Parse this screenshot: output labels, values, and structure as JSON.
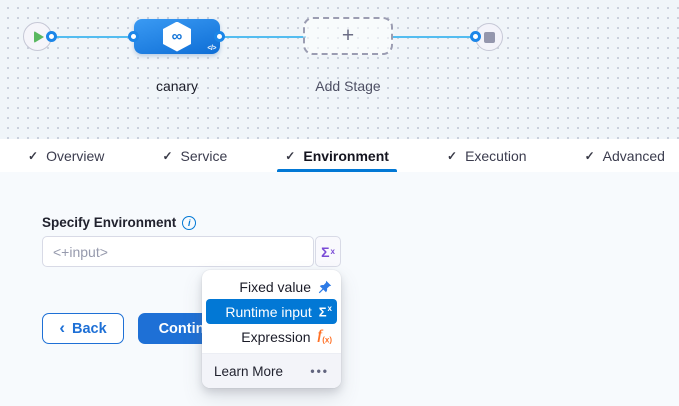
{
  "canvas": {
    "stage_name": "canary",
    "add_stage_label": "Add Stage",
    "add_stage_plus": "+",
    "node_infinity_glyph": "∞",
    "node_code_glyph": "</>"
  },
  "tabs": [
    {
      "label": "Overview",
      "active": false
    },
    {
      "label": "Service",
      "active": false
    },
    {
      "label": "Environment",
      "active": true
    },
    {
      "label": "Execution",
      "active": false
    },
    {
      "label": "Advanced",
      "active": false
    }
  ],
  "glyphs": {
    "check": "✓",
    "info": "i",
    "sigma": "Σ",
    "sigma_sup": "x",
    "fx_f": "f",
    "fx_sub": "(x)",
    "dots": "•••",
    "chevron_left": "‹"
  },
  "form": {
    "label": "Specify Environment",
    "placeholder": "<+input>"
  },
  "dropdown": {
    "items": [
      {
        "label": "Fixed value"
      },
      {
        "label": "Runtime input",
        "selected": true
      },
      {
        "label": "Expression"
      }
    ],
    "footer_label": "Learn More"
  },
  "buttons": {
    "back": "Back",
    "continue": "Continue"
  },
  "colors": {
    "primary_blue": "#0278d5",
    "button_blue": "#1e70d6",
    "edge_blue": "#54bdf0",
    "selected_row_bg": "#0278d5",
    "sigma_purple": "#7a4bd6",
    "expression_orange": "#ff7126",
    "canvas_bg": "#f0f5f9",
    "content_bg": "#f7fafd"
  }
}
